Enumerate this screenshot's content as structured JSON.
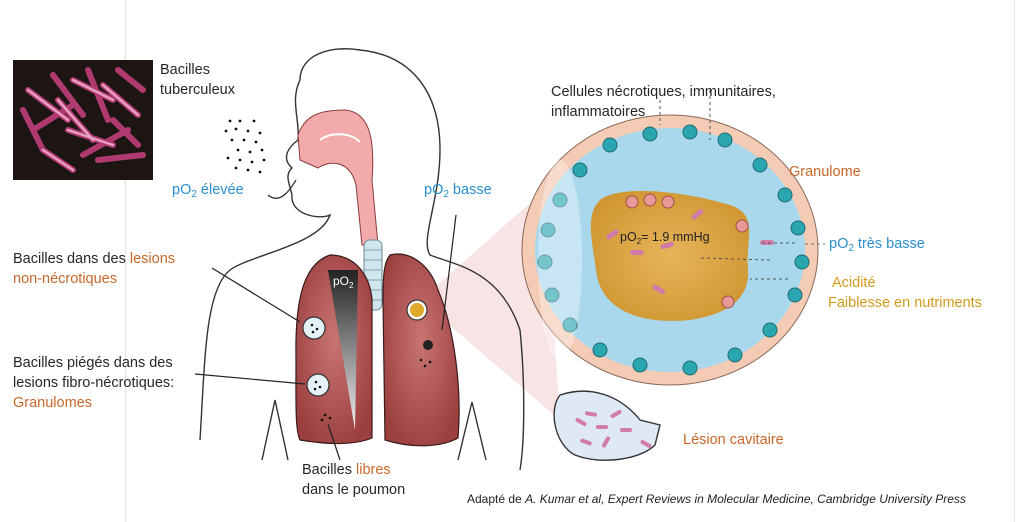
{
  "figure": {
    "title": "Bacilles tuberculeux",
    "labels": {
      "bacilli": {
        "line1": "Bacilles",
        "line2": "tuberculeux"
      },
      "po2_high": {
        "prefix": "pO",
        "sub": "2",
        "suffix": " élevée"
      },
      "po2_low": {
        "prefix": "pO",
        "sub": "2",
        "suffix": " basse"
      },
      "non_necrotic": {
        "line1_a": "Bacilles dans des ",
        "line1_b": "lesions",
        "line2": "non-nécrotiques"
      },
      "fibro_necrotic": {
        "line1": "Bacilles piégés dans des",
        "line2": "lesions fibro-nécrotiques:",
        "line3": "Granulomes"
      },
      "free": {
        "line1_a": "Bacilles ",
        "line1_b": "libres",
        "line2": "dans le poumon"
      },
      "cells": {
        "line1": "Cellules nécrotiques, immunitaires,",
        "line2": "inflammatoires"
      },
      "granulome": "Granulome",
      "po2_very_low": {
        "prefix": "pO",
        "sub": "2",
        "suffix": " très basse"
      },
      "acidity": "Acidité",
      "nutrients": "Faiblesse en nutriments",
      "cavitary": "Lésion cavitaire",
      "po2_gradient": {
        "prefix": "pO",
        "sub": "2"
      },
      "po2_value": {
        "prefix": "pO",
        "sub": "2",
        "suffix": "= 1.9 mmHg"
      }
    },
    "credit": {
      "prefix": "Adapté de ",
      "source": "A. Kumar et al, Expert Reviews in Molecular Medicine, Cambridge University Press"
    },
    "colors": {
      "orange_text": "#c8672a",
      "blue_text": "#2a8fd1",
      "gold_text": "#d49a1c",
      "lung": "#b85a5a",
      "airway": "#f0a8a8",
      "necrotic_core": "#d9a43c",
      "macrophage": "#a9d8ec",
      "lymphocyte": "#2aa6b0",
      "fibroblast": "#f3c8b0"
    }
  }
}
